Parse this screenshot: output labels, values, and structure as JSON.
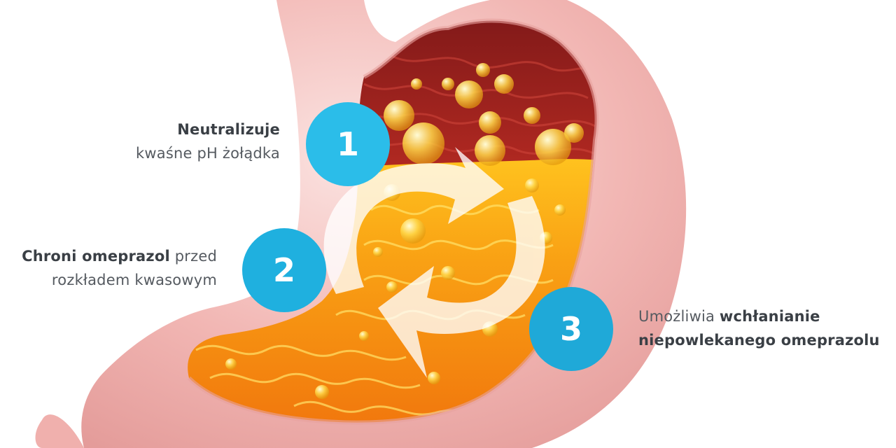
{
  "steps": [
    {
      "number": "1",
      "bold": "Neutralizuje",
      "text": "kwaśne pH żołądka"
    },
    {
      "number": "2",
      "bold": "Chroni omeprazol",
      "text_after_bold": " przed",
      "line2": "rozkładem kwasowym"
    },
    {
      "number": "3",
      "prefix": "Umożliwia ",
      "bold_line1": "wchłanianie",
      "bold_line2": "niepowlekanego omeprazolu"
    }
  ],
  "colors": {
    "badge_fill": "#1fb0df",
    "badge_fill_faded": "#2ec3ee",
    "stomach_wall": "#f2b5b5",
    "acid_dark": "#8e1f1f",
    "fluid_orange": "#f48a10",
    "caption_text": "#555a60"
  },
  "icons": {
    "cycle": "refresh-arrows-icon"
  }
}
